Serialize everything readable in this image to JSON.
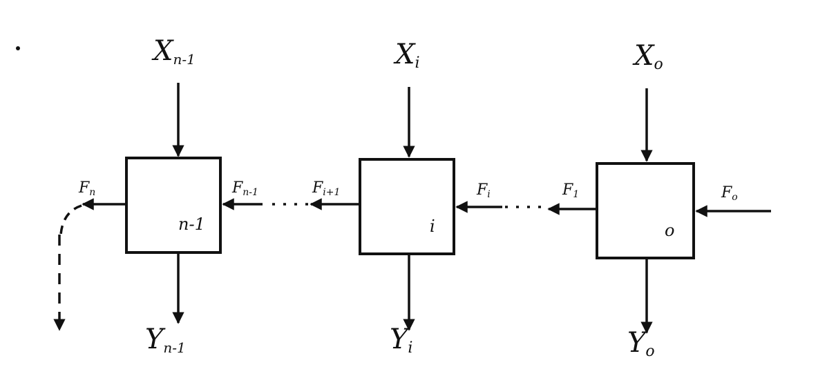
{
  "blocks": [
    {
      "input": "X",
      "input_sub": "n-1",
      "output": "Y",
      "output_sub": "n-1",
      "index": "n-1",
      "left_flow": "F",
      "left_flow_sub": "n",
      "right_flow": "F",
      "right_flow_sub": "n-1"
    },
    {
      "input": "X",
      "input_sub": "i",
      "output": "Y",
      "output_sub": "i",
      "index": "i",
      "left_flow": "F",
      "left_flow_sub": "i+1",
      "right_flow": "F",
      "right_flow_sub": "i"
    },
    {
      "input": "X",
      "input_sub": "o",
      "output": "Y",
      "output_sub": "o",
      "index": "o",
      "left_flow": "F",
      "left_flow_sub": "1",
      "right_flow": "F",
      "right_flow_sub": "o"
    }
  ]
}
